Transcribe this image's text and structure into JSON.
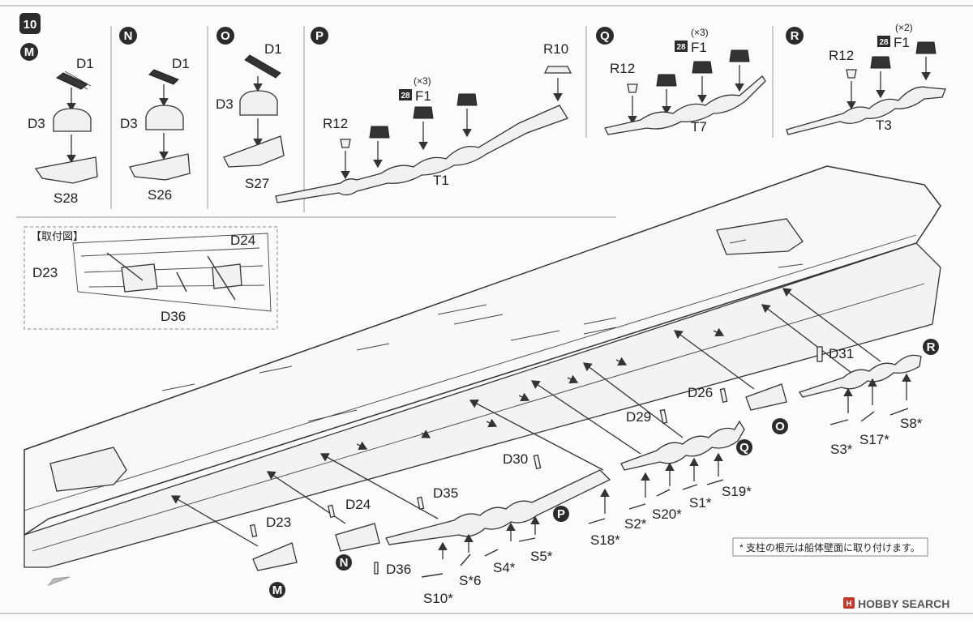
{
  "step_number": "10",
  "panels": [
    {
      "id": "M",
      "labels": [
        "D1",
        "D3",
        "S28"
      ]
    },
    {
      "id": "N",
      "labels": [
        "D1",
        "D3",
        "S26"
      ]
    },
    {
      "id": "O",
      "labels": [
        "D1",
        "D3",
        "S27"
      ]
    },
    {
      "id": "P",
      "labels": [
        "R10",
        "R12",
        "F1",
        "(×3)",
        "28",
        "T1"
      ]
    },
    {
      "id": "Q",
      "labels": [
        "R12",
        "F1",
        "(×3)",
        "28",
        "T7"
      ]
    },
    {
      "id": "R",
      "labels": [
        "R12",
        "F1",
        "(×2)",
        "28",
        "T3"
      ]
    }
  ],
  "inset": {
    "title": "【取付図】",
    "labels": [
      "D23",
      "D24",
      "D36"
    ]
  },
  "main_callouts": {
    "letters": [
      "M",
      "N",
      "O",
      "P",
      "Q",
      "R"
    ],
    "parts": [
      "D23",
      "D24",
      "D35",
      "D36",
      "D30",
      "D29",
      "D26",
      "D31",
      "S10*",
      "S*6",
      "S4*",
      "S5*",
      "S18*",
      "S2*",
      "S20*",
      "S1*",
      "S19*",
      "S3*",
      "S17*",
      "S8*"
    ]
  },
  "note": "* 支柱の根元は船体壁面に取り付けます。",
  "watermark": "HOBBY SEARCH",
  "watermark_mark": "H"
}
